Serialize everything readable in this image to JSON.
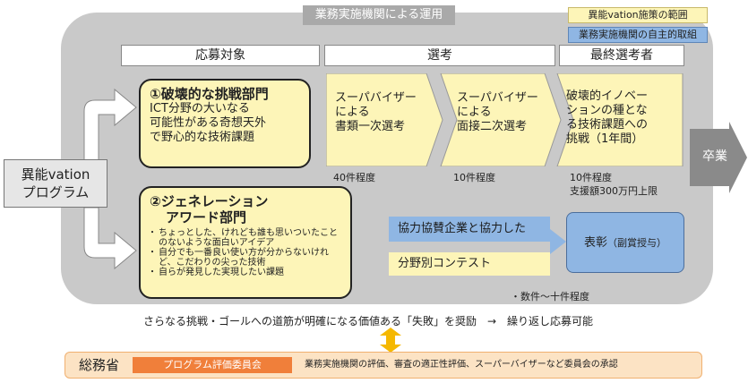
{
  "header": {
    "operation_label": "業務実施機関による運用"
  },
  "legend": {
    "yellow": "異能vation施策の範囲",
    "blue": "業務実施機関の自主的取組"
  },
  "column_headers": {
    "applicants": "応募対象",
    "selection": "選考",
    "finalists": "最終選考者"
  },
  "program": {
    "line1": "異能vation",
    "line2": "プログラム"
  },
  "category1": {
    "title": "①破壊的な挑戦部門",
    "line1": "ICT分野の大いなる",
    "line2": "可能性がある奇想天外",
    "line3": "で野心的な技術課題"
  },
  "category2": {
    "title_line1": "②ジェネレーション",
    "title_line2": "アワード部門",
    "bullets": [
      "ちょっとした、けれども誰も思いついたことのないような面白いアイデア",
      "自分でも一番良い使い方が分からないけれど、こだわりの尖った技術",
      "自らが発見した実現したい課題"
    ]
  },
  "stage1": {
    "line1": "スーパバイザー",
    "line2": "による",
    "line3": "書類一次選考",
    "count": "40件程度"
  },
  "stage2": {
    "line1": "スーパバイザー",
    "line2": "による",
    "line3": "面接二次選考",
    "count": "10件程度"
  },
  "stage3": {
    "line1": "破壊的イノベー",
    "line2": "ションの種とな",
    "line3": "る技術課題への",
    "line4": "挑戦（1年間）",
    "count": "10件程度",
    "support": "支援額300万円上限"
  },
  "graduation": "卒業",
  "contest": {
    "line1": "協力協賛企業と協力した",
    "line2": "分野別コンテスト",
    "count": "・数件〜十件程度"
  },
  "award": {
    "main": "表彰",
    "sub": "（副賞授与）"
  },
  "footer_text": "さらなる挑戦・ゴールへの道筋が明確になる価値ある「失敗」を奨励　→　繰り返し応募可能",
  "bottom": {
    "ministry": "総務省",
    "committee": "プログラム評価委員会",
    "description": "業務実施機関の評価、審査の適正性評価、スーパーバイザーなど委員会の承認"
  },
  "colors": {
    "panel": "#c9c9c9",
    "yellow": "#fdf5b8",
    "blue": "#8fb6e3",
    "orange": "#f07f3a",
    "bottom_bg": "#fce3c4"
  }
}
